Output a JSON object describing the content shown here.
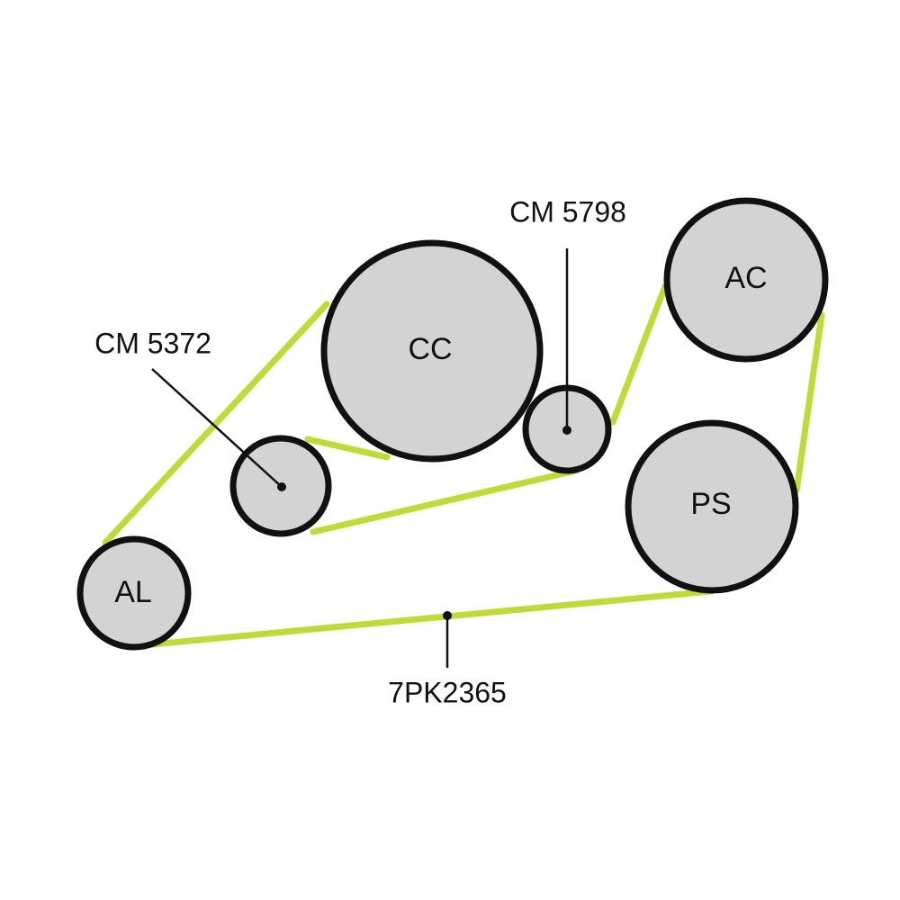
{
  "diagram": {
    "colors": {
      "belt": "#bfdb38",
      "pulley_fill": "#d3d3d3",
      "pulley_stroke": "#111111",
      "background": "#ffffff"
    },
    "pulleys": {
      "cc": {
        "label": "CC"
      },
      "ac": {
        "label": "AC"
      },
      "ps": {
        "label": "PS"
      },
      "al": {
        "label": "AL"
      },
      "idler_left": {
        "label": ""
      },
      "idler_right": {
        "label": ""
      }
    },
    "callouts": {
      "idler_left": "CM 5372",
      "idler_right": "CM 5798",
      "belt": "7PK2365"
    }
  }
}
